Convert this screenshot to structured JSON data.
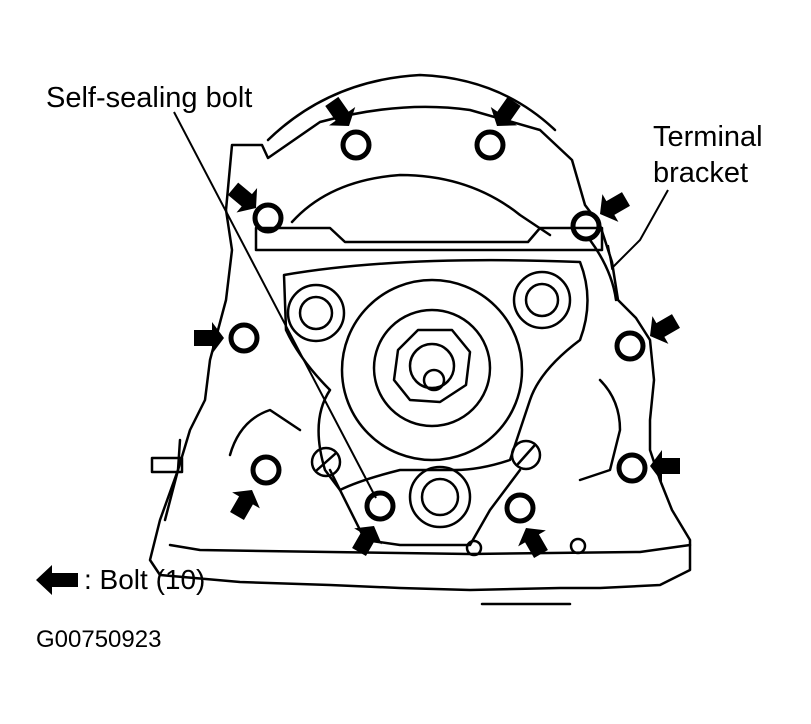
{
  "labels": {
    "self_sealing_bolt": "Self-sealing bolt",
    "terminal_bracket_line1": "Terminal",
    "terminal_bracket_line2": "bracket"
  },
  "legend": {
    "symbol_icon": "bolt-arrow-icon",
    "text": ": Bolt (10)"
  },
  "figure_code": "G00750923",
  "colors": {
    "line": "#000000",
    "background": "#ffffff"
  }
}
